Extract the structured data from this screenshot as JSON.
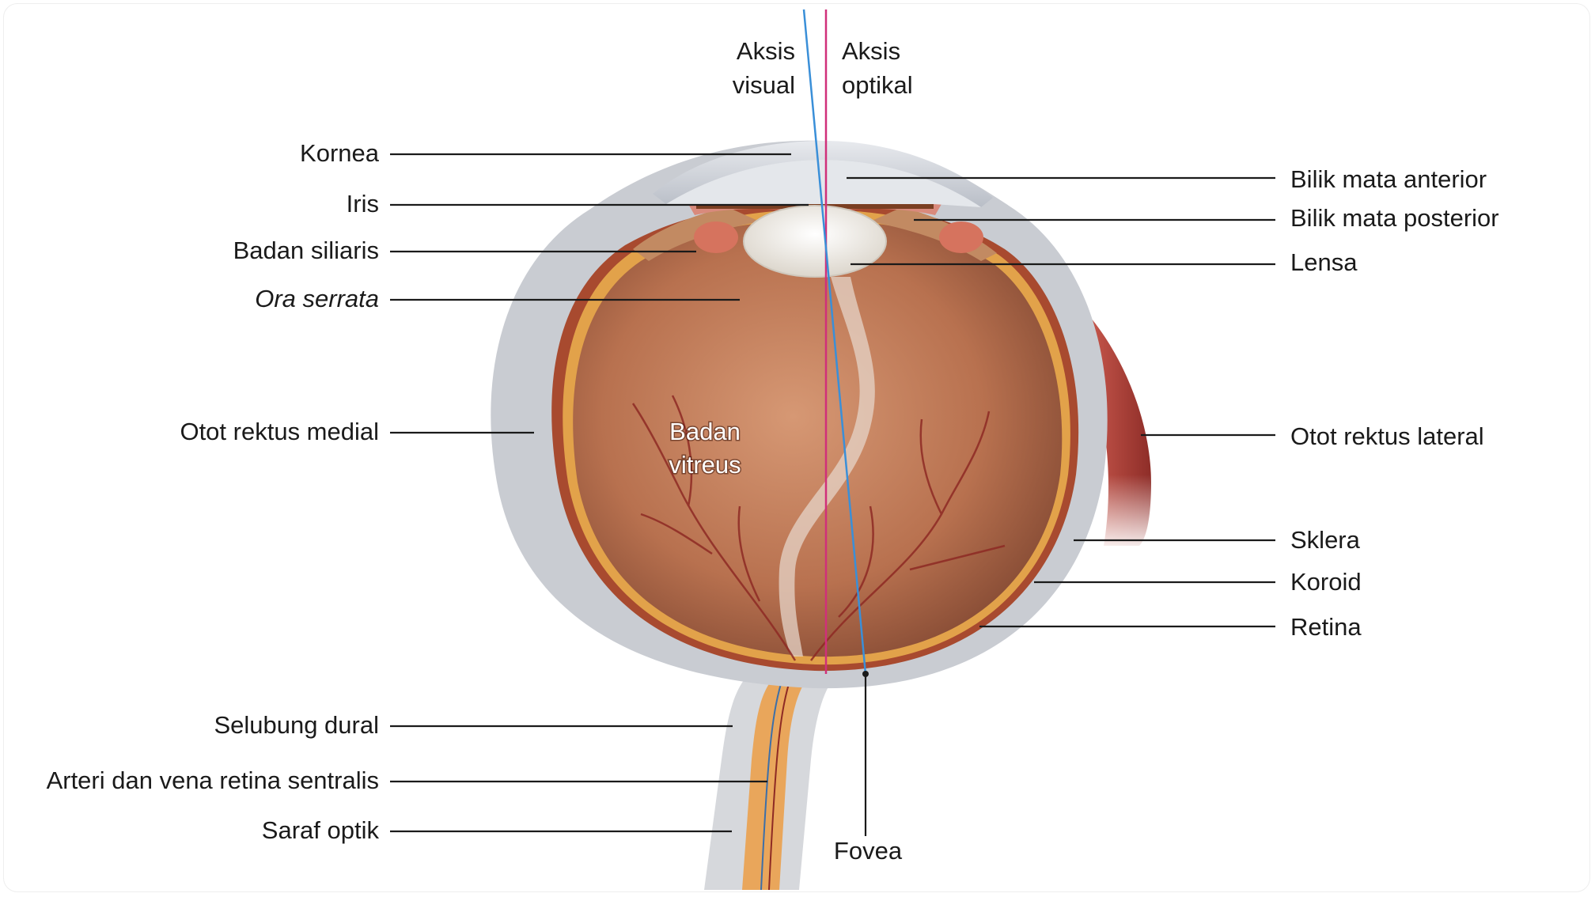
{
  "axes": {
    "visual": {
      "line1": "Aksis",
      "line2": "visual",
      "color": "#3a8fd8"
    },
    "optical": {
      "line1": "Aksis",
      "line2": "optikal",
      "color": "#d0307a"
    }
  },
  "labels_left": {
    "kornea": "Kornea",
    "iris": "Iris",
    "badan_siliaris": "Badan siliaris",
    "ora_serrata": "Ora serrata",
    "otot_rektus_medial": "Otot rektus medial",
    "selubung_dural": "Selubung dural",
    "arteri_vena": "Arteri dan vena retina sentralis",
    "saraf_optik": "Saraf optik"
  },
  "labels_right": {
    "bilik_anterior": "Bilik mata anterior",
    "bilik_posterior": "Bilik mata posterior",
    "lensa": "Lensa",
    "otot_rektus_lateral": "Otot rektus lateral",
    "sklera": "Sklera",
    "koroid": "Koroid",
    "retina": "Retina"
  },
  "labels_center": {
    "vitreus_line1": "Badan",
    "vitreus_line2": "vitreus",
    "fovea": "Fovea"
  },
  "colors": {
    "sclera": "#c9ccd2",
    "muscle": "#b5493f",
    "vitreous": "#b8714f",
    "retina": "#e2a24a",
    "nerve": "#e9a65b",
    "vessel": "#8e2a24"
  }
}
